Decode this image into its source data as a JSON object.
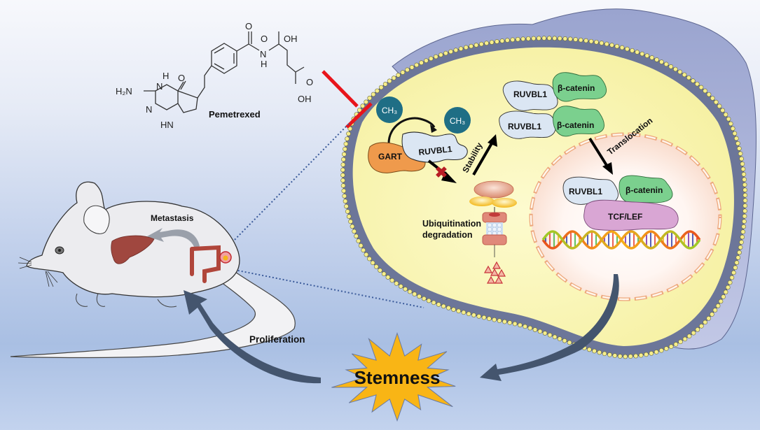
{
  "drug": {
    "name": "Pemetrexed",
    "atoms": {
      "h2n": "H₂N",
      "nh_ring": "H",
      "n_ring_top": "N",
      "n_ring_bottom": "N",
      "hn_pyrrole": "HN",
      "o_ketone": "O",
      "o_amide": "O",
      "n_amide": "N",
      "h_amide": "H",
      "o_acid1": "O",
      "oh_acid1": "OH",
      "o_acid2": "O",
      "oh_acid2": "OH"
    }
  },
  "inhibition_symbol": "inhibition-bar",
  "cell": {
    "methyl_label": "CH₃",
    "enzyme": "GART",
    "protein": "RUVBL1",
    "partner": "β-catenin",
    "transcription_factor": "TCF/LEF",
    "degradation_label_line1": "Ubiquitination",
    "degradation_label_line2": "degradation",
    "stability_label": "Stability",
    "translocation_label": "Translocation",
    "blocked_marker": "✖"
  },
  "mouse": {
    "metastasis_label": "Metastasis"
  },
  "outcome": {
    "central_label": "Stemness",
    "proliferation_label": "Proliferation"
  },
  "colors": {
    "inhibit_red": "#e8141b",
    "methyl_teal": "#1f6e85",
    "gart_orange": "#ef9a4c",
    "ruvbl1_blue": "#dbe6f3",
    "catenin_green": "#7bd08e",
    "tcf_pink": "#d9a6d4",
    "cytoplasm_yellow": "#fbf7b4",
    "star_yellow": "#f9b515",
    "arrow_slate": "#44556e"
  }
}
